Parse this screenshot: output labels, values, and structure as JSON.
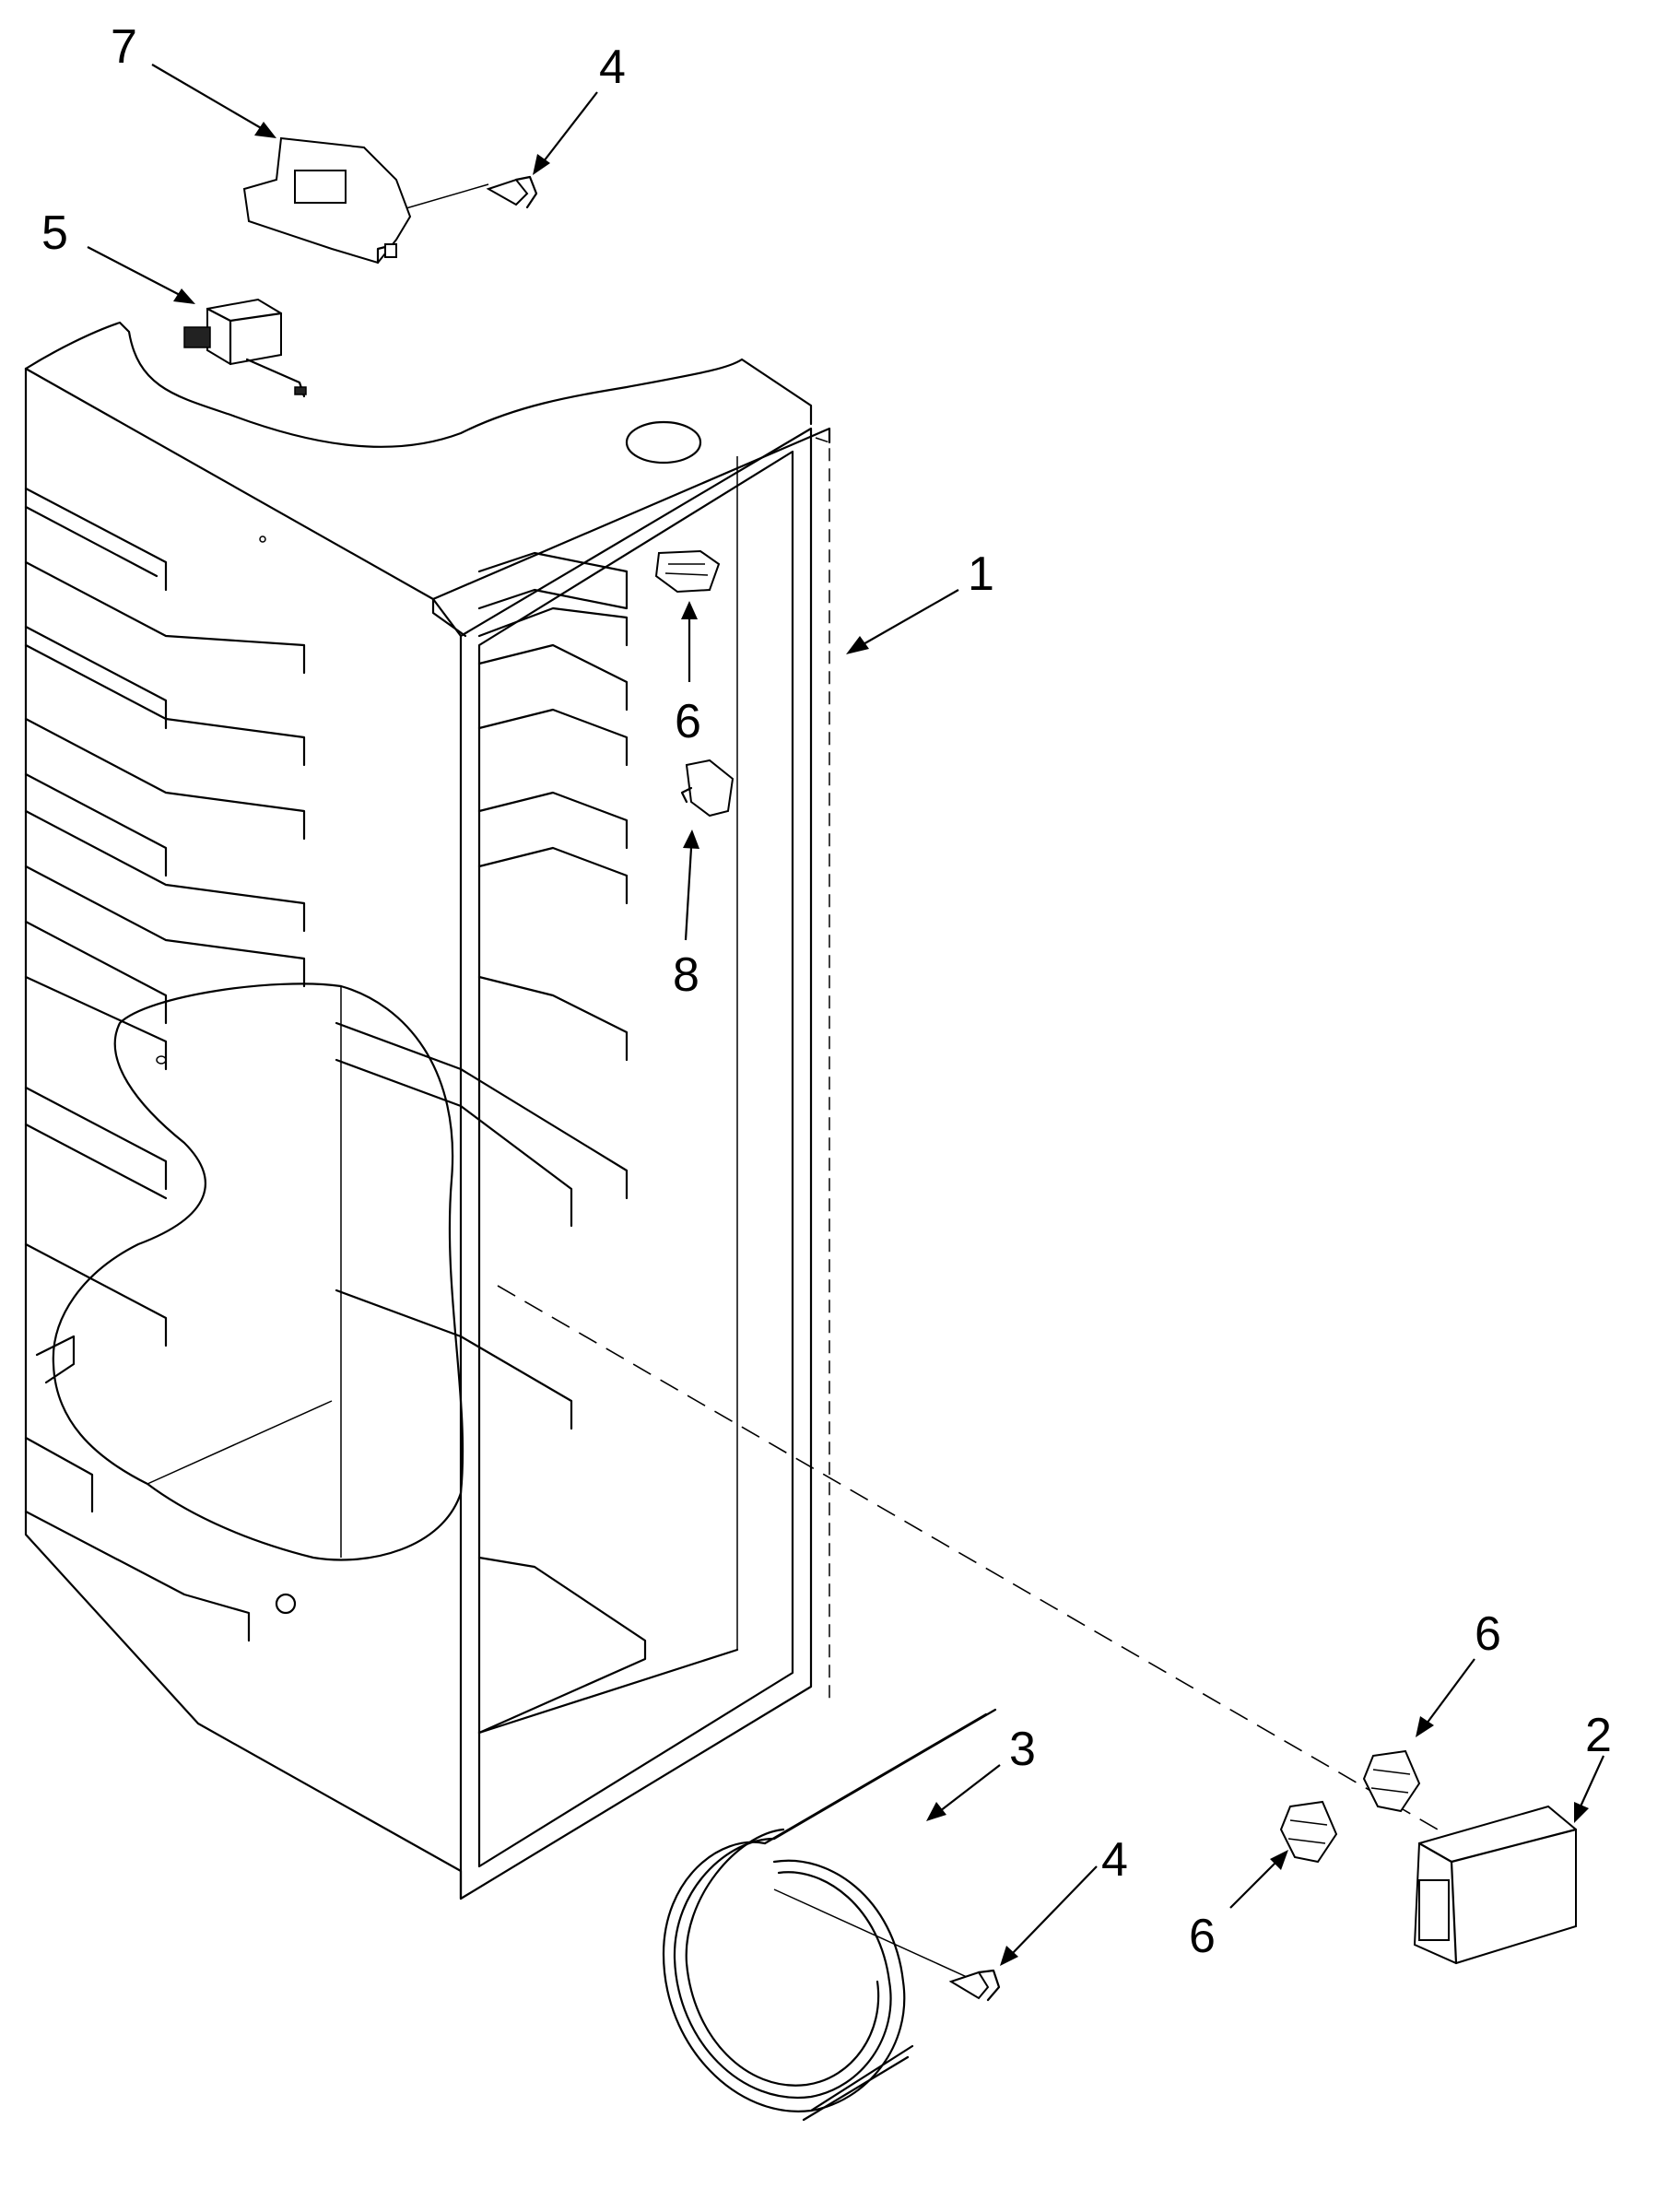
{
  "diagram": {
    "callouts": [
      "1",
      "2",
      "3",
      "4",
      "4",
      "5",
      "6",
      "6",
      "6",
      "7",
      "8"
    ]
  }
}
